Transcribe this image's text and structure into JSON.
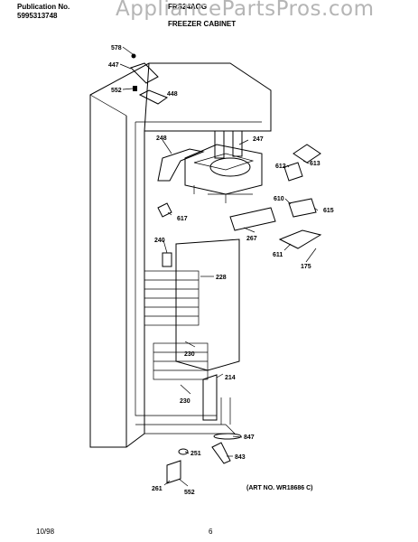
{
  "header": {
    "publication_label": "Publication No.",
    "publication_number": "5995313748",
    "model": "FRS24AGG",
    "section_title": "FREEZER CABINET",
    "watermark": "AppliancePartsPros.com"
  },
  "part_numbers": {
    "p578": "578",
    "p447": "447",
    "p552a": "552",
    "p448": "448",
    "p248": "248",
    "p247": "247",
    "p612": "612",
    "p613": "613",
    "p610": "610",
    "p615": "615",
    "p617": "617",
    "p267": "267",
    "p611": "611",
    "p175": "175",
    "p240": "240",
    "p228": "228",
    "p230a": "230",
    "p214": "214",
    "p230b": "230",
    "p847": "847",
    "p251": "251",
    "p843": "843",
    "p261": "261",
    "p552b": "552"
  },
  "footer": {
    "date": "10/98",
    "page": "6",
    "art_number": "(ART NO. WR18686 C)"
  }
}
